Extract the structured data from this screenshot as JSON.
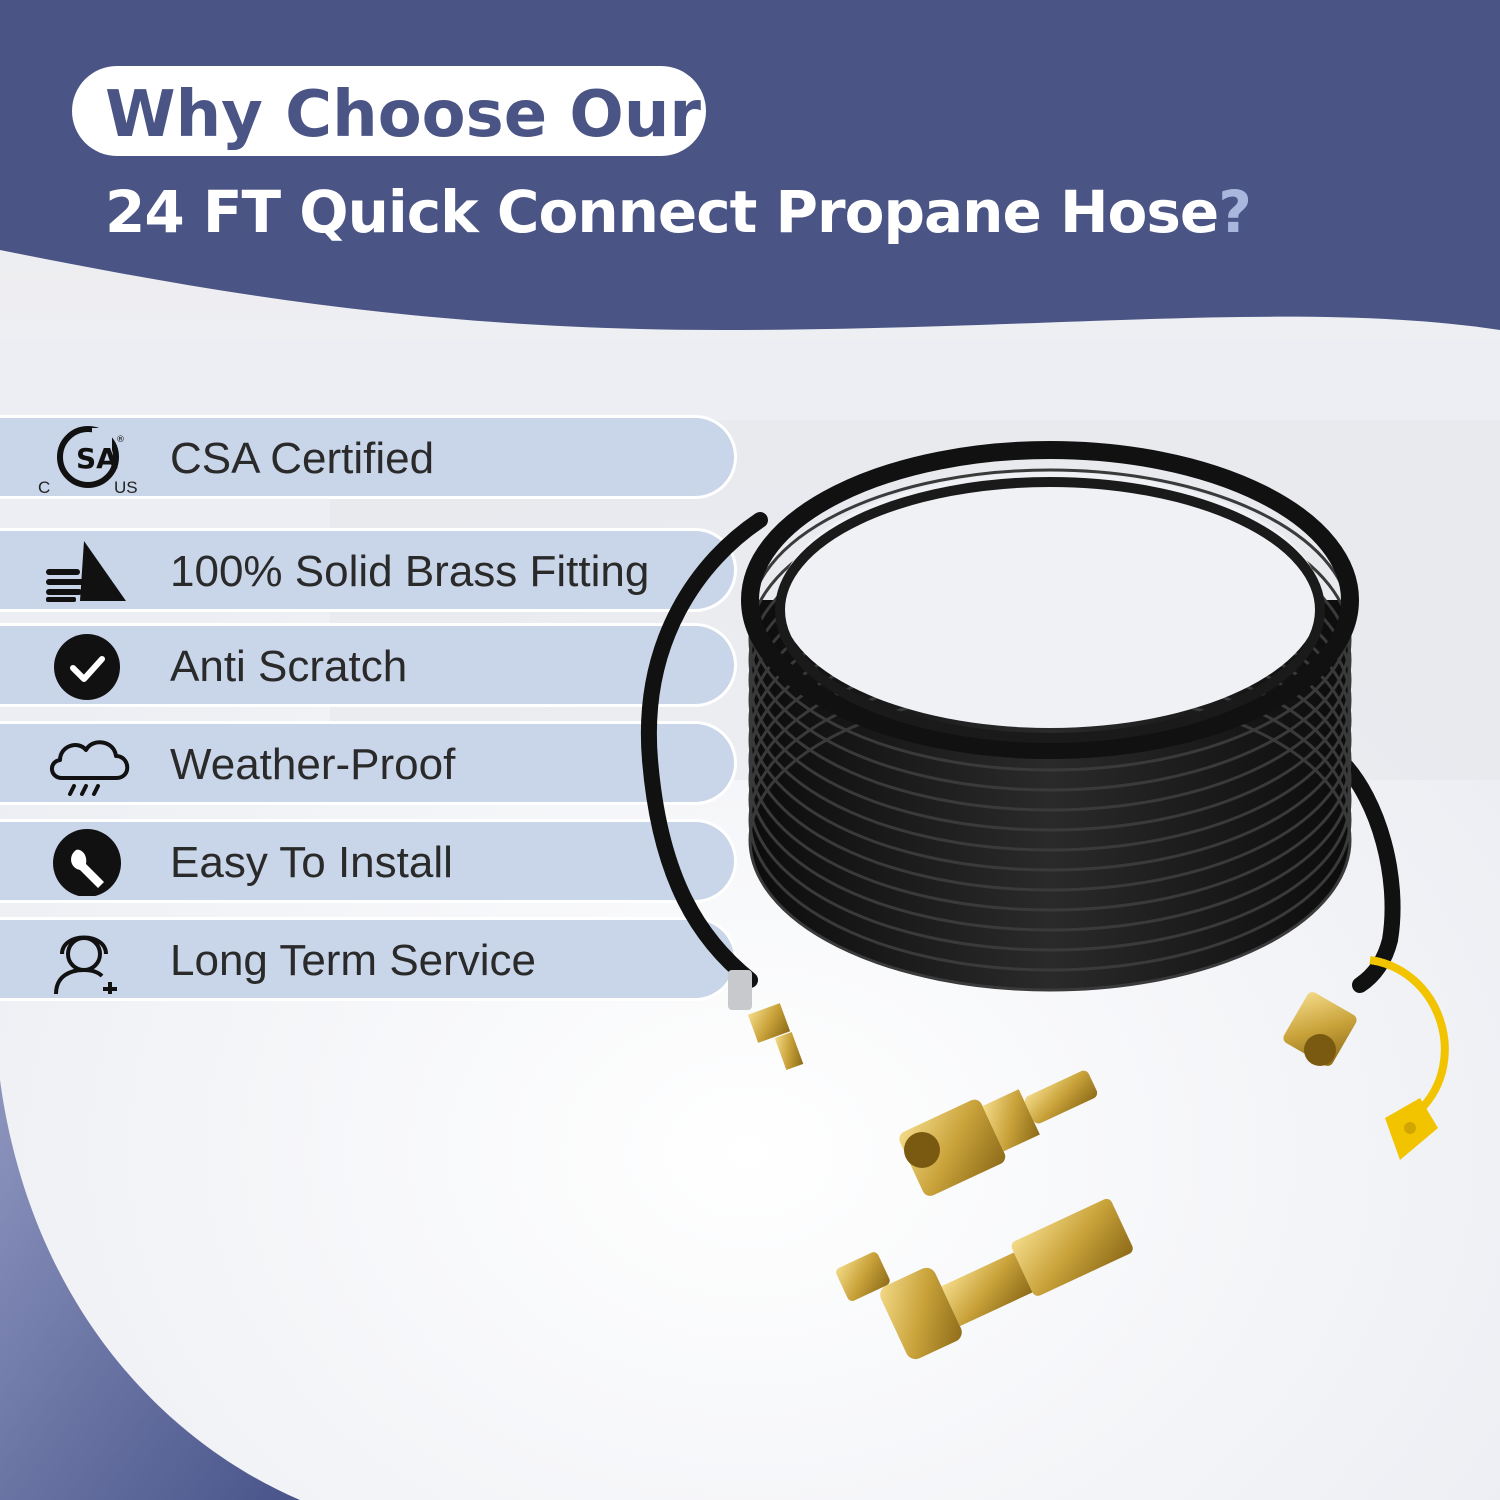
{
  "header": {
    "pill_text": "Why Choose Our",
    "headline": "24 FT Quick Connect Propane Hose",
    "headline_mark": "?"
  },
  "colors": {
    "navy_band": "#4a5585",
    "feature_bar": "#c9d5e8",
    "brass": "#c9a23a",
    "cap_yellow": "#f2c400"
  },
  "features": [
    {
      "icon": "csa-certified-icon",
      "label": "CSA Certified",
      "icon_c": "C",
      "icon_us": "US"
    },
    {
      "icon": "brass-fitting-icon",
      "label": "100% Solid Brass Fitting"
    },
    {
      "icon": "check-circle-icon",
      "label": "Anti Scratch"
    },
    {
      "icon": "rain-cloud-icon",
      "label": "Weather-Proof"
    },
    {
      "icon": "wrench-icon",
      "label": "Easy To Install"
    },
    {
      "icon": "support-agent-icon",
      "label": "Long Term Service"
    }
  ]
}
